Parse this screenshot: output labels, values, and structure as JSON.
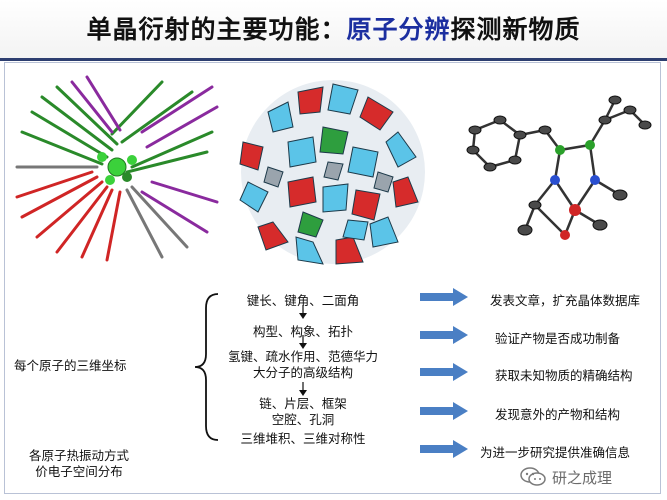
{
  "title": {
    "before": "单晶衍射的主要功能：",
    "highlight": "原子分辨",
    "after": "探测新物质"
  },
  "colors": {
    "accent": "#1c2fa0",
    "arrow": "#4a7fc4",
    "rule": "#2d3e70"
  },
  "left_label": "每个原子的三维坐标",
  "bottom_left": {
    "line1": "各原子热振动方式",
    "line2": "价电子空间分布"
  },
  "middle_items": [
    {
      "line1": "键长、键角、二面角",
      "line2": ""
    },
    {
      "line1": "构型、构象、拓扑",
      "line2": ""
    },
    {
      "line1": "氢键、疏水作用、范德华力",
      "line2": "大分子的高级结构"
    },
    {
      "line1": "链、片层、框架",
      "line2": "空腔、孔洞"
    },
    {
      "line1": "三维堆积、三维对称性",
      "line2": ""
    }
  ],
  "results": [
    "发表文章，扩充晶体数据库",
    "验证产物是否成功制备",
    "获取未知物质的精确结构",
    "发现意外的产物和结构",
    "为进一步研究提供准确信息"
  ],
  "watermark": "研之成理",
  "icons": [
    "down-arrow-icon",
    "right-arrow-icon",
    "brace-icon",
    "wechat-icon"
  ]
}
